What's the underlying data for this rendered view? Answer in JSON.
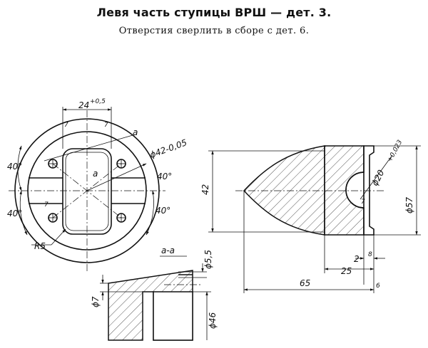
{
  "header": {
    "title": "Левя часть ступицы ВРШ — дет. 3.",
    "subtitle": "Отверстия сверлить в сборе с дет. 6."
  },
  "front_view": {
    "dim_width": "24",
    "dim_width_tol": "+0,5",
    "label_hole_dia": "ϕ42-0,05",
    "label_a1": "a",
    "label_a2": "a",
    "angle_1": "40°",
    "angle_2": "40°",
    "angle_3": "40°",
    "angle_4": "40°",
    "radius": "R5",
    "rough_1": "7",
    "rough_2": "7",
    "rough_3": "7"
  },
  "side_view": {
    "dim_42": "42",
    "dim_bore": "ϕ20",
    "dim_bore_tol": "+0,023",
    "dim_57": "ϕ57",
    "dim_2": "2",
    "dim_25": "25",
    "dim_65": "65",
    "rough_1": "7",
    "rough_2": "8",
    "rough_3": "6"
  },
  "section": {
    "label": "a-a",
    "dim_55": "ϕ5,5",
    "dim_7": "ϕ7",
    "dim_46": "ϕ46"
  }
}
